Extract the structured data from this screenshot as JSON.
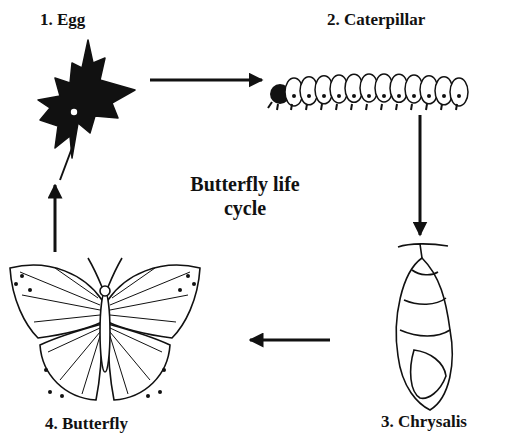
{
  "diagram": {
    "title": "Butterfly life cycle",
    "nodes": [
      {
        "text": [
          "1. Egg"
        ]
      },
      {
        "text": [
          "2. Caterpillar"
        ]
      },
      {
        "text": [
          "3. Chrysalis"
        ]
      },
      {
        "text": [
          "4. Butterfly"
        ]
      }
    ],
    "edges": [
      {
        "from": 0,
        "to": 1,
        "arrow": "to"
      },
      {
        "from": 1,
        "to": 2,
        "arrow": "to"
      },
      {
        "from": 2,
        "to": 3,
        "arrow": "to"
      },
      {
        "from": 3,
        "to": 0,
        "arrow": "to"
      }
    ]
  }
}
